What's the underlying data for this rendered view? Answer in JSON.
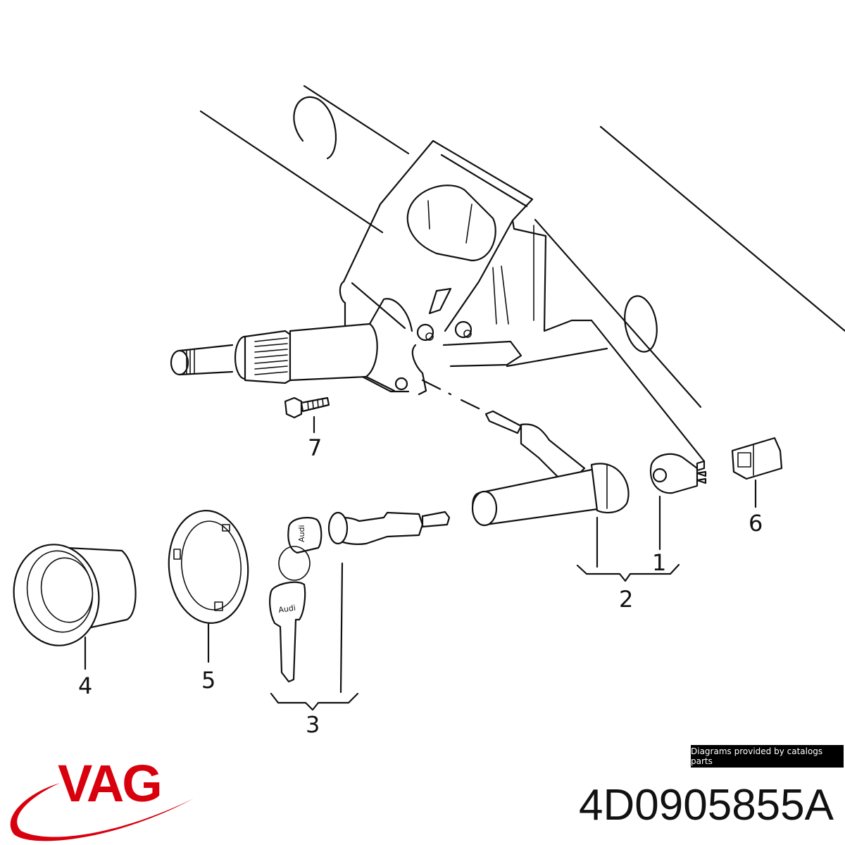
{
  "diagram": {
    "title": "Steering column lock / ignition lock cylinder exploded view",
    "callouts": [
      {
        "id": "1",
        "label": "1"
      },
      {
        "id": "2",
        "label": "2"
      },
      {
        "id": "3",
        "label": "3"
      },
      {
        "id": "4",
        "label": "4"
      },
      {
        "id": "5",
        "label": "5"
      },
      {
        "id": "6",
        "label": "6"
      },
      {
        "id": "7",
        "label": "7"
      }
    ],
    "key_labels": [
      "Audi",
      "Audi"
    ]
  },
  "brand": {
    "logo_text": "VAG",
    "logo_color": "#d9000d"
  },
  "attribution": {
    "text": "Diagrams provided by catalogs parts",
    "background": "#000000",
    "color": "#ffffff"
  },
  "part_number": "4D0905855A"
}
